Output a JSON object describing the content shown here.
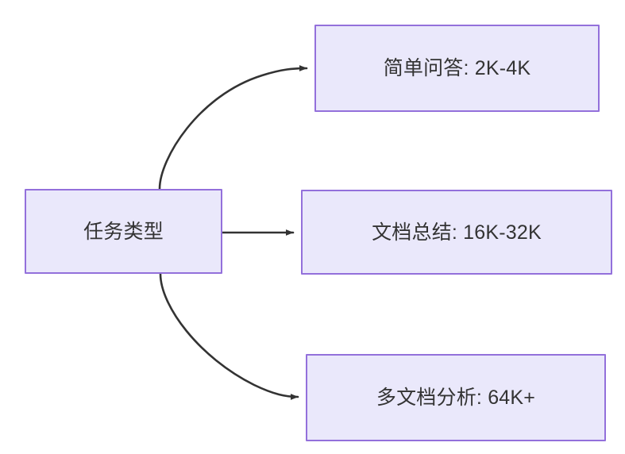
{
  "diagram": {
    "type": "flowchart",
    "direction": "left-to-right",
    "background_color": "#ffffff",
    "node_fill_color": "#eae8fb",
    "node_border_color": "#9370db",
    "node_text_color": "#333333",
    "edge_color": "#333333",
    "root": {
      "id": "root",
      "label": "任务类型"
    },
    "branches": [
      {
        "id": "simple-qa",
        "label": "简单问答: 2K-4K",
        "task": "简单问答",
        "range": "2K-4K",
        "edge_style": "curved-up"
      },
      {
        "id": "doc-summary",
        "label": "文档总结: 16K-32K",
        "task": "文档总结",
        "range": "16K-32K",
        "edge_style": "straight"
      },
      {
        "id": "multi-doc",
        "label": "多文档分析: 64K+",
        "task": "多文档分析",
        "range": "64K+",
        "edge_style": "curved-down"
      }
    ]
  }
}
